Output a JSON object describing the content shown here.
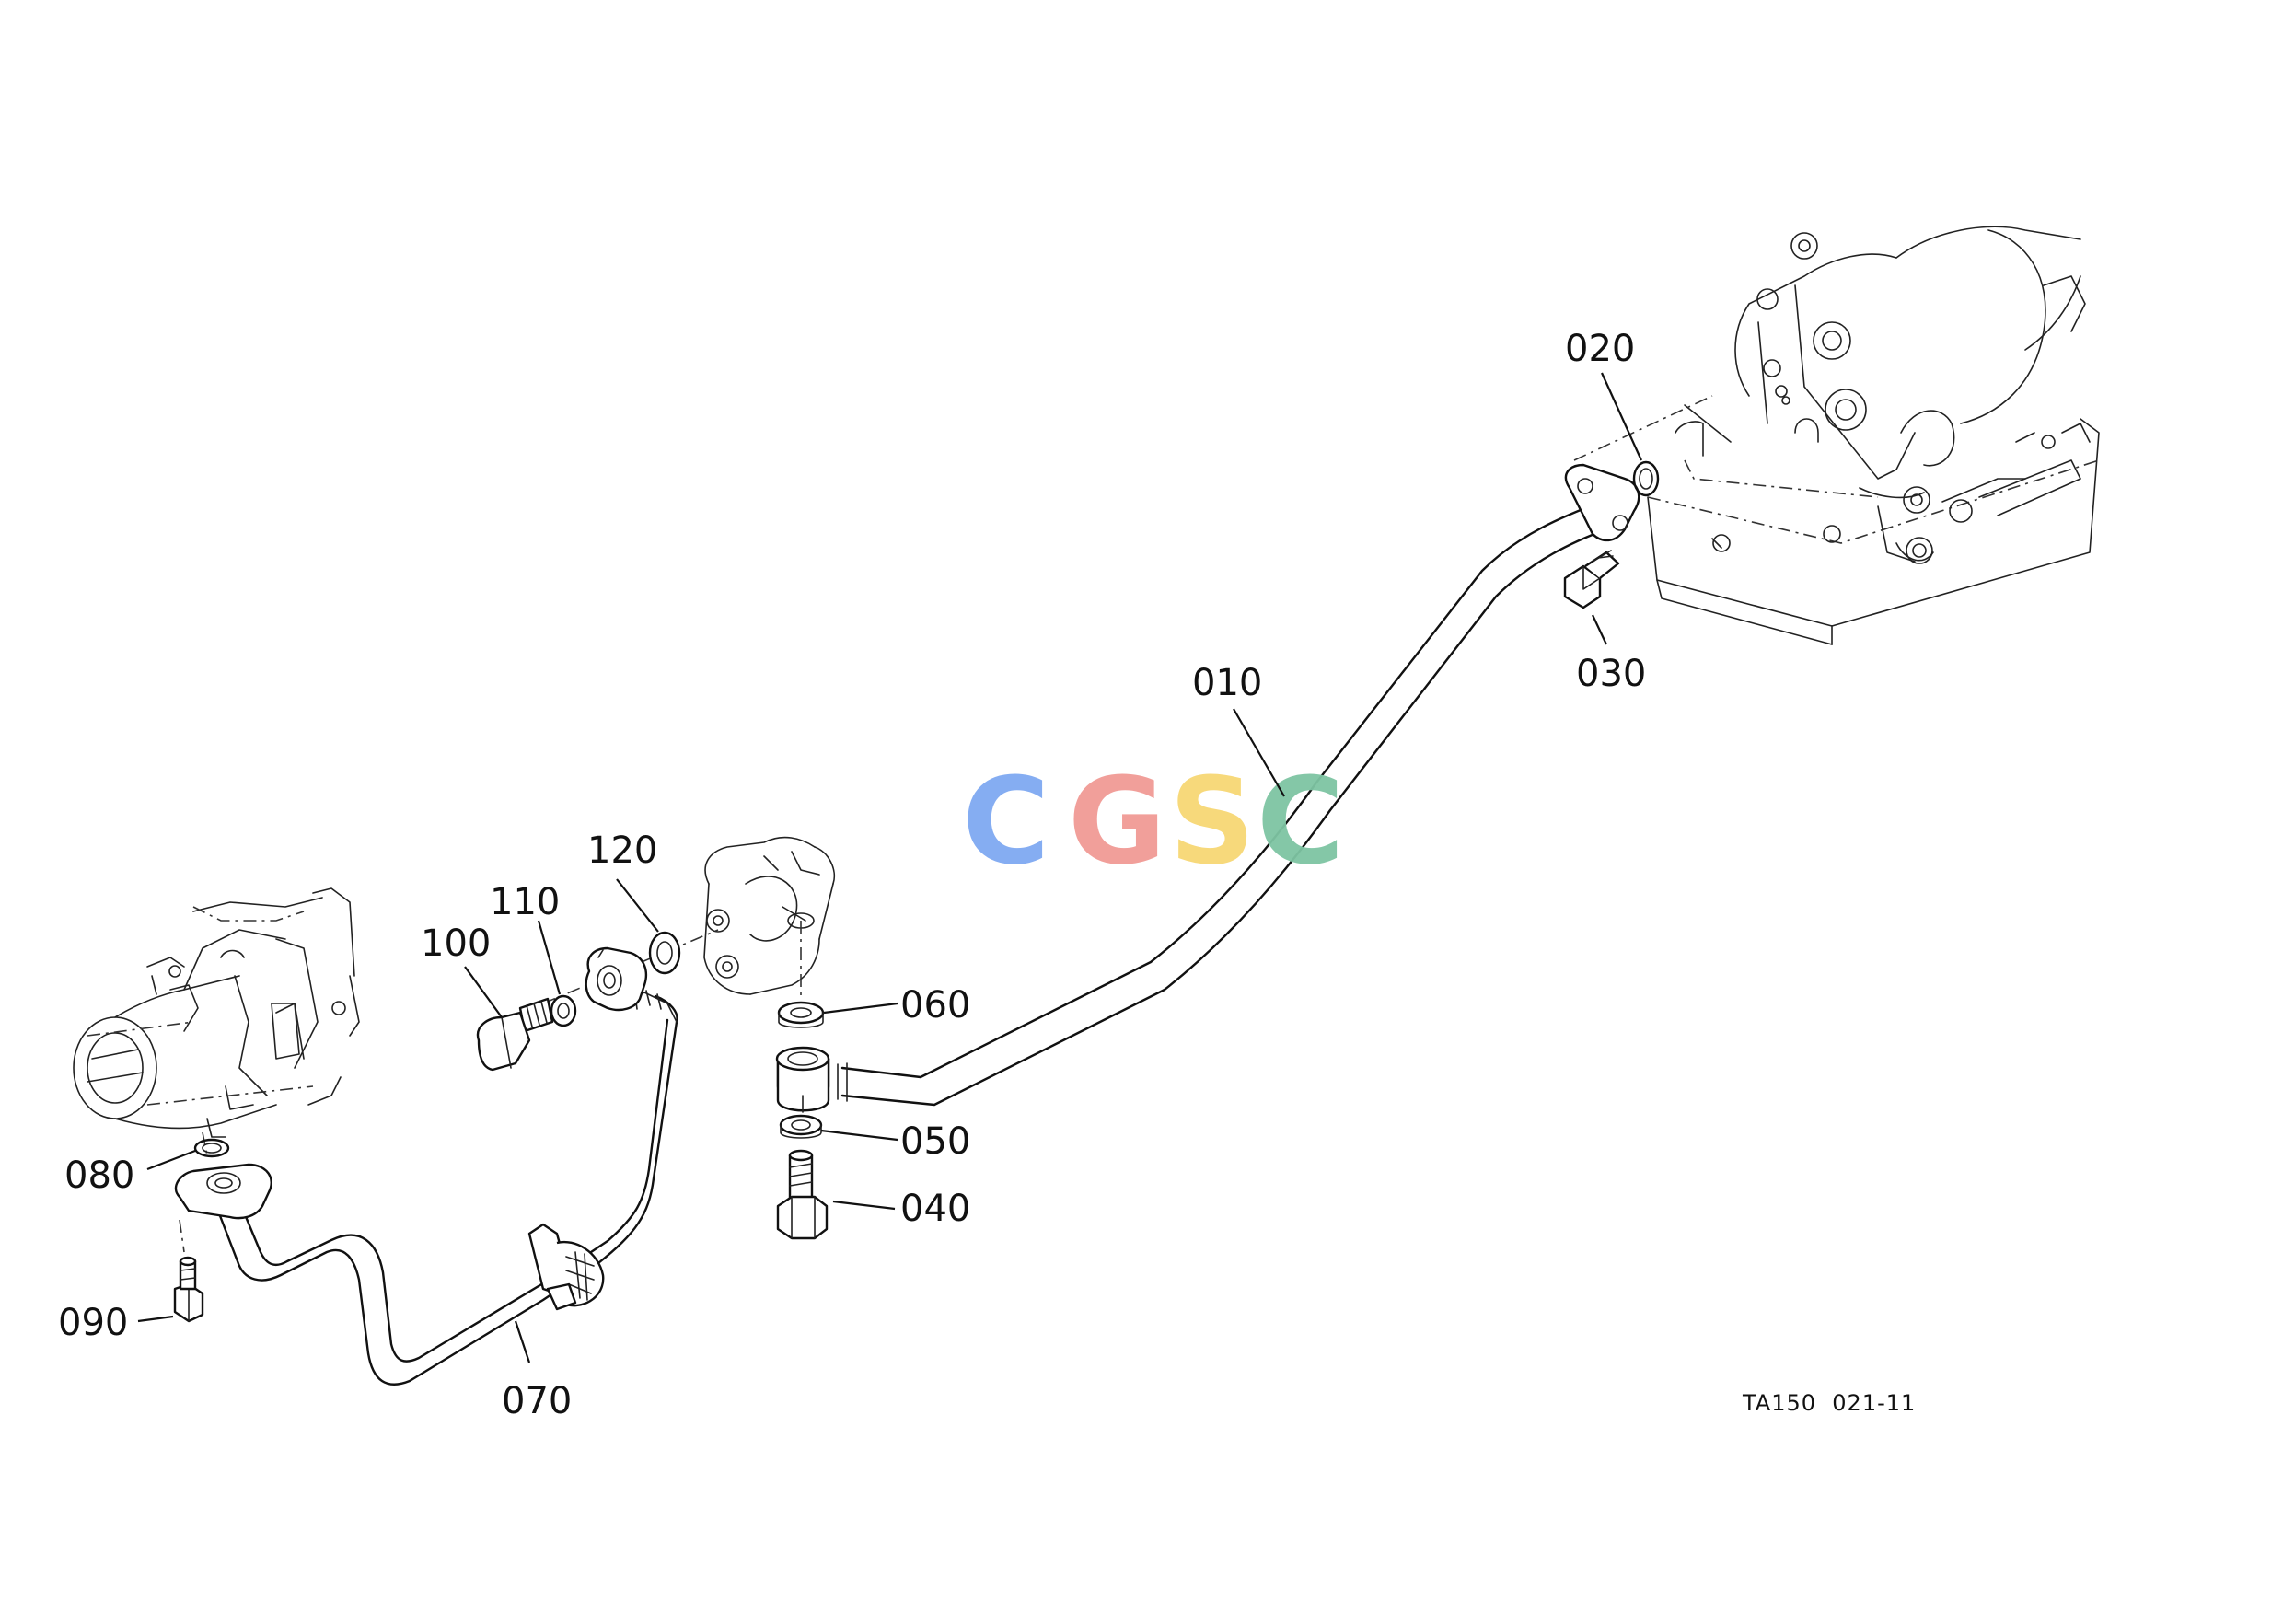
{
  "callouts": [
    {
      "id": "010",
      "text": "010"
    },
    {
      "id": "020",
      "text": "020"
    },
    {
      "id": "030",
      "text": "030"
    },
    {
      "id": "040",
      "text": "040"
    },
    {
      "id": "050",
      "text": "050"
    },
    {
      "id": "060",
      "text": "060"
    },
    {
      "id": "070",
      "text": "070"
    },
    {
      "id": "080",
      "text": "080"
    },
    {
      "id": "090",
      "text": "090"
    },
    {
      "id": "100",
      "text": "100"
    },
    {
      "id": "110",
      "text": "110"
    },
    {
      "id": "120",
      "text": "120"
    }
  ],
  "reference_code": "TA150  021-11",
  "watermark": {
    "letters": [
      "C",
      "G",
      "S",
      "C"
    ],
    "colors": [
      "#7fa9f2",
      "#f19a95",
      "#f7d774",
      "#7ec5a3"
    ]
  }
}
